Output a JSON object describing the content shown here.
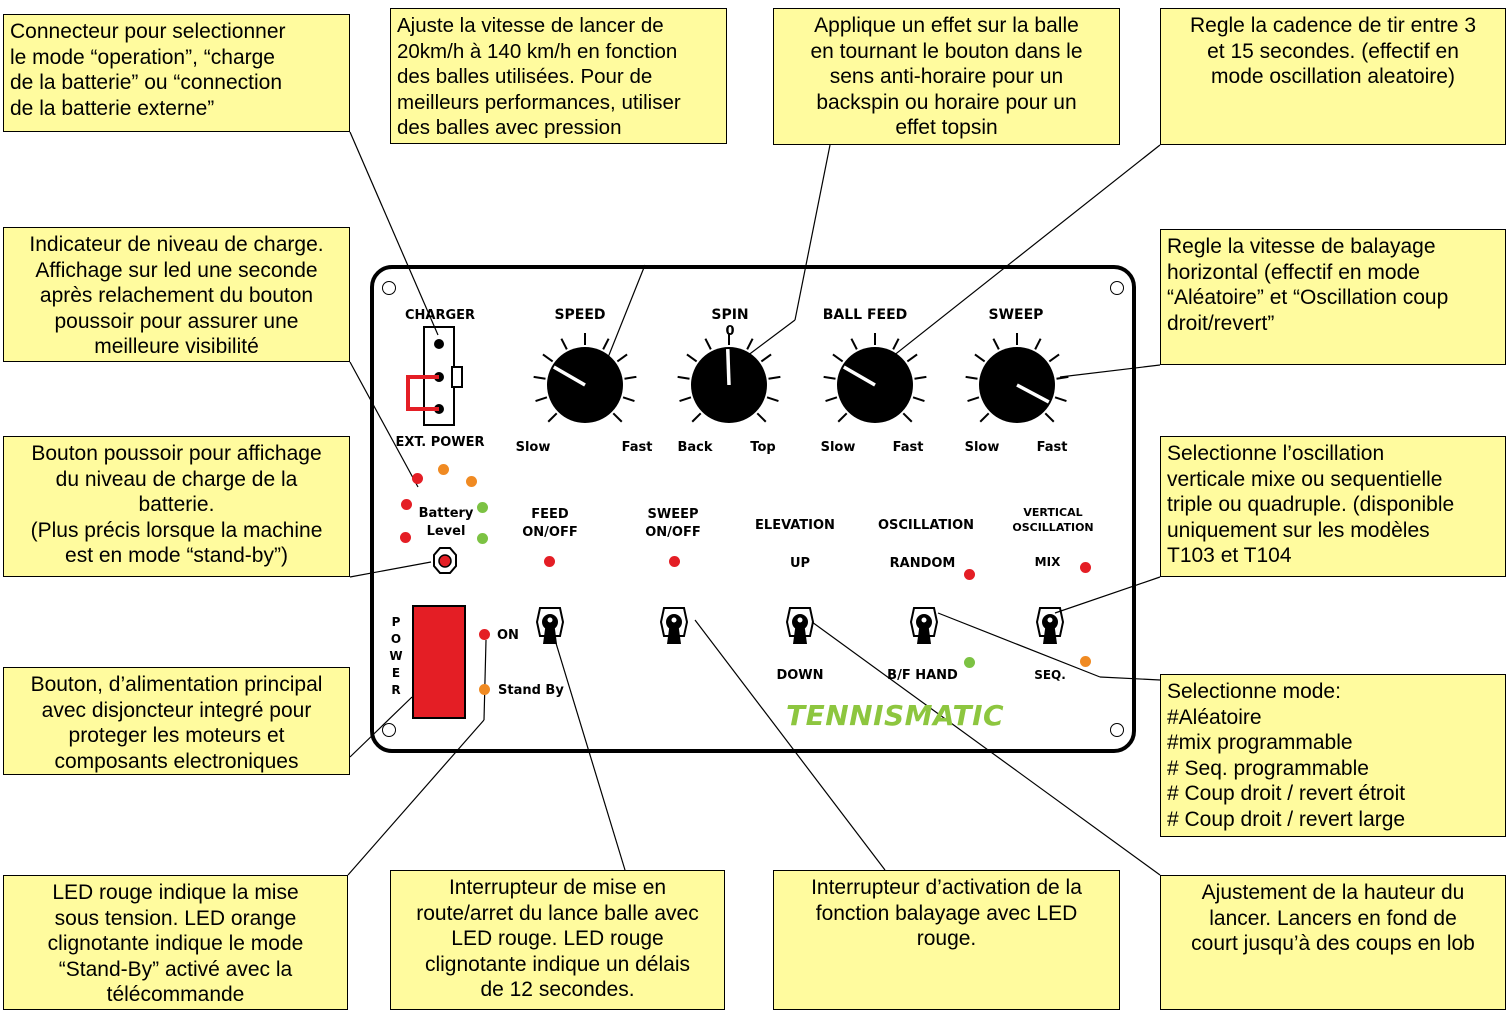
{
  "callouts": {
    "charger_connector": "Connecteur pour selectionner\nle mode “operation”, “charge\nde la batterie” ou “connection\nde la batterie externe”",
    "speed": "Ajuste la vitesse de lancer de\n20km/h à 140 km/h en fonction\ndes balles utilisées. Pour de\nmeilleurs performances, utiliser\ndes balles avec pression",
    "spin": "Applique un effet sur la balle\nen tournant le bouton dans le\nsens anti-horaire pour un\nbackspin ou horaire pour un\neffet topsin",
    "ball_feed": "Regle la cadence de tir entre 3\net 15 secondes. (effectif en\nmode oscillation aleatoire)",
    "battery_indicator": "Indicateur de niveau de charge.\nAffichage sur led une seconde\naprès relachement du bouton\npoussoir pour assurer une\nmeilleure visibilité",
    "sweep": "Regle la vitesse de balayage\nhorizontal (effectif en mode\n“Aléatoire” et “Oscillation coup\ndroit/revert”",
    "battery_button": "Bouton poussoir pour affichage\ndu niveau de charge de la\nbatterie.\n(Plus précis lorsque la machine\nest en mode “stand-by”)",
    "vertical_osc": "Selectionne l’oscillation\nverticale mixe ou sequentielle\ntriple ou quadruple. (disponible\nuniquement sur les modèles\nT103 et T104",
    "power_button": "Bouton, d’alimentation principal\navec disjoncteur integré pour\nproteger les moteurs et\ncomposants electroniques",
    "mode_select": "Selectionne mode:\n  #Aléatoire\n  #mix programmable\n  # Seq. programmable\n  # Coup droit / revert étroit\n  # Coup droit / revert large",
    "power_led": "LED rouge indique la mise\nsous tension. LED orange\nclignotante indique le mode\n“Stand-By” activé avec la\ntélécommande",
    "feed_switch": "Interrupteur de mise en\nroute/arret du lance balle avec\nLED rouge. LED rouge\nclignotante indique un délais\nde 12 secondes.",
    "sweep_switch": "Interrupteur d’activation de la\nfonction balayage avec LED\nrouge.",
    "elevation": "Ajustement de la hauteur du\nlancer. Lancers en fond de\ncourt jusqu’à des coups en lob"
  },
  "panel": {
    "charger": "CHARGER",
    "ext_power": "EXT. POWER",
    "speed": "SPEED",
    "spin": "SPIN",
    "spin_zero": "0",
    "ball_feed": "BALL FEED",
    "sweep": "SWEEP",
    "slow": "Slow",
    "fast": "Fast",
    "back": "Back",
    "top": "Top",
    "battery": "Battery",
    "level": "Level",
    "feed": "FEED",
    "sweep_sw": "SWEEP",
    "on_off": "ON/OFF",
    "elevation": "ELEVATION",
    "up": "UP",
    "down": "DOWN",
    "oscillation": "OSCILLATION",
    "random": "RANDOM",
    "bf_hand": "B/F HAND",
    "vertical": "VERTICAL",
    "oscillation_small": "OSCILLATION",
    "mix": "MIX",
    "seq": "SEQ.",
    "power_letters": "P\nO\nW\nE\nR",
    "on": "ON",
    "standby": "Stand By",
    "brand": "TENNISMATIC"
  },
  "colors": {
    "note_bg": "#fffb9e",
    "led_red": "#e41e25",
    "led_orange": "#f08a22",
    "led_green": "#7cc243",
    "brand": "#8dc63f"
  }
}
